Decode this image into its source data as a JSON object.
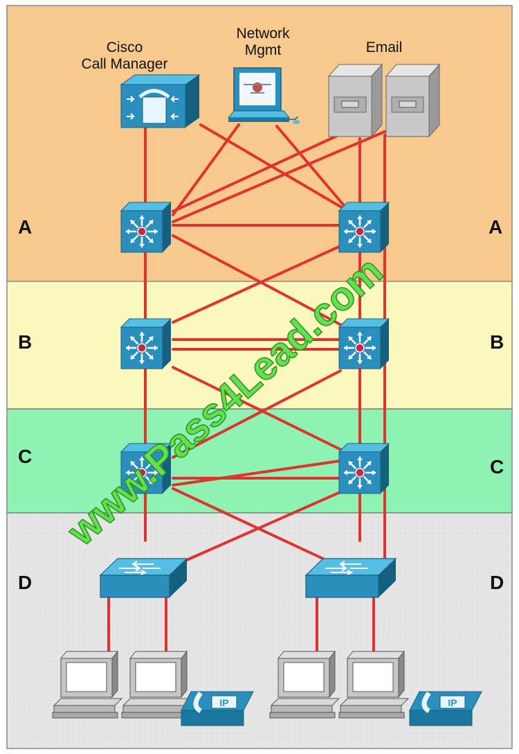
{
  "devices": {
    "call_manager_label": "Cisco\nCall Manager",
    "network_mgmt_label": "Network\nMgmt",
    "email_label": "Email"
  },
  "layers": [
    {
      "id": "a",
      "label": "A",
      "color": "#f8c98c"
    },
    {
      "id": "b",
      "label": "B",
      "color": "#fbf8bd"
    },
    {
      "id": "c",
      "label": "C",
      "color": "#8ef2b2"
    },
    {
      "id": "d",
      "label": "D",
      "color": "#e3e3e3"
    }
  ],
  "watermark": "www.Pass4Lead.com",
  "colors": {
    "link": "#e0322f",
    "switch_face": "#2a8fbd",
    "switch_light": "#55bfe3",
    "switch_dark": "#16607f",
    "watermark_fill": "#63e04f",
    "watermark_stroke": "#2e8f23"
  }
}
